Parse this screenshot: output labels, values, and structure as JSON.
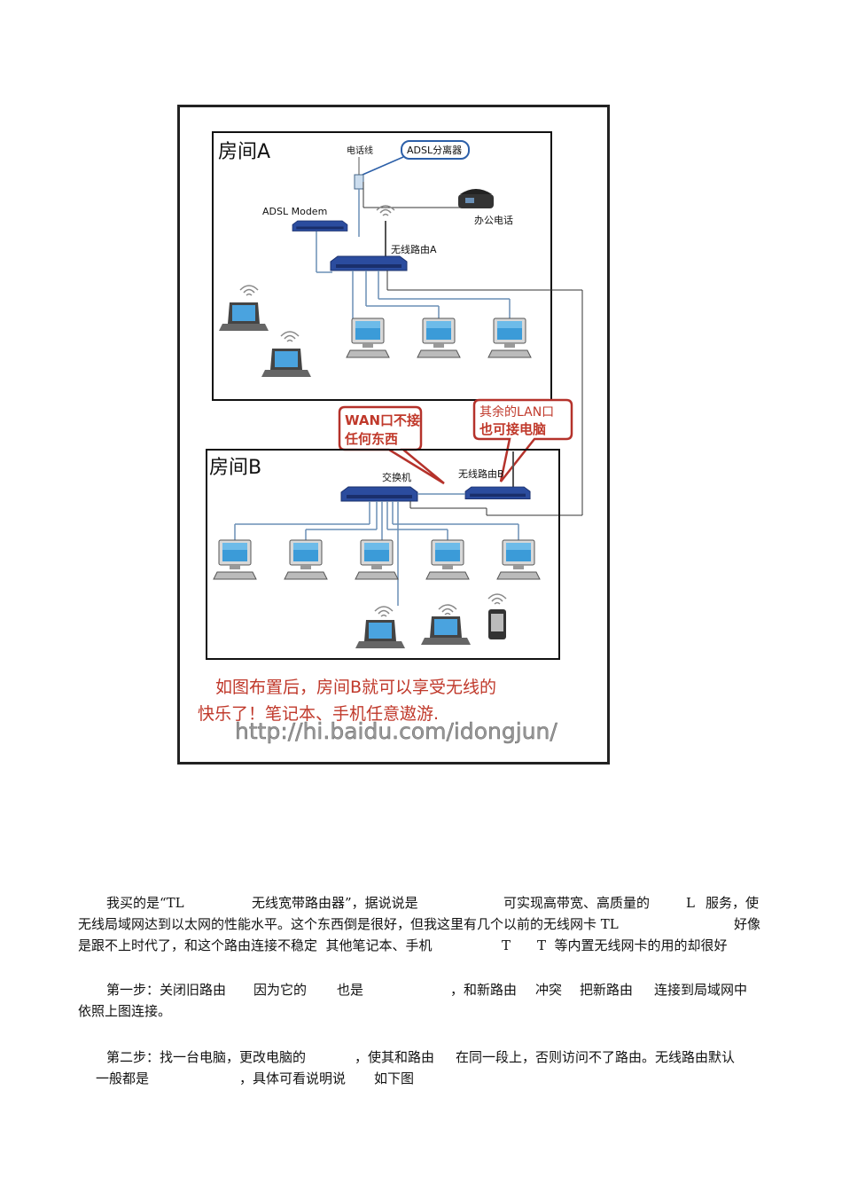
{
  "figure": {
    "room_a_title": "房间A",
    "room_b_title": "房间B",
    "phone_line_label": "电话线",
    "adsl_splitter_label": "ADSL分离器",
    "adsl_modem_label": "ADSL Modem",
    "office_phone_label": "办公电话",
    "router_a_label": "无线路由A",
    "switch_label": "交换机",
    "router_b_label": "无线路由B",
    "callout_wan_line1": "WAN口不接",
    "callout_wan_line2": "任何东西",
    "callout_lan_line1": "其余的LAN口",
    "callout_lan_line2": "也可接电脑",
    "caption_line1": "如图布置后，房间B就可以享受无线的",
    "caption_line2": "快乐了！笔记本、手机任意遨游.",
    "watermark": "http://hi.baidu.com/idongjun/"
  },
  "body": {
    "p1_l1_a": "我买的是“TL",
    "p1_l1_b": "无线宽带路由器”，据说说是",
    "p1_l1_c": "可实现高带宽、高质量的",
    "p1_l1_d": "L",
    "p1_l1_e": "服务，使",
    "p1_l2": "无线局域网达到以太网的性能水平。这个东西倒是很好，但我这里有几个以前的无线网卡 TL",
    "p1_l2_b": "好像",
    "p1_l3_a": "是跟不上时代了，和这个路由连接不稳定  其他笔记本、手机",
    "p1_l3_b": "T",
    "p1_l3_c": "T  等内置无线网卡的用的却很好",
    "p2_l1_a": "第一步：关闭旧路由",
    "p2_l1_b": "因为它的",
    "p2_l1_c": "也是",
    "p2_l1_d": "，和新路由",
    "p2_l1_e": "冲突",
    "p2_l1_f": "把新路由",
    "p2_l1_g": "连接到局域网中",
    "p2_l2": "依照上图连接。",
    "p3_l1_a": "第二步：找一台电脑，更改电脑的",
    "p3_l1_b": "，使其和路由",
    "p3_l1_c": "在同一段上，否则访问不了路由。无线路由默认",
    "p3_l2_a": "一般都是",
    "p3_l2_b": "，具体可看说明说",
    "p3_l2_c": "如下图"
  }
}
